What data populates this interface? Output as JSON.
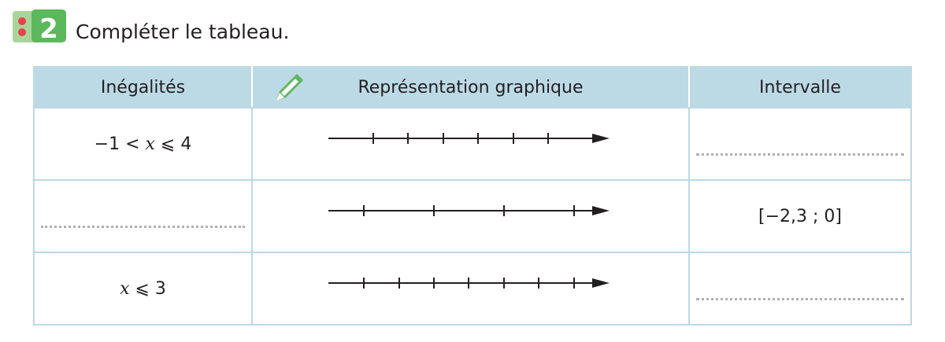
{
  "exercise": {
    "number": "2",
    "title": "Compléter le tableau."
  },
  "table": {
    "headers": [
      "Inégalités",
      "Représentation graphique",
      "Intervalle"
    ],
    "rows": [
      {
        "inequality_pre": "−1 < ",
        "var": "x",
        "inequality_post": " ⩽ 4",
        "interval": ""
      },
      {
        "inequality_pre": "",
        "var": "",
        "inequality_post": "",
        "interval": "[−2,3 ; 0]"
      },
      {
        "inequality_pre": "",
        "var": "x",
        "inequality_post": " ⩽ 3",
        "interval": ""
      }
    ]
  },
  "icons": {
    "header": "pencil-icon"
  },
  "colors": {
    "header_bg": "#bcd9e6",
    "badge_green": "#5cb85c",
    "badge_dots": "#e8404f"
  }
}
